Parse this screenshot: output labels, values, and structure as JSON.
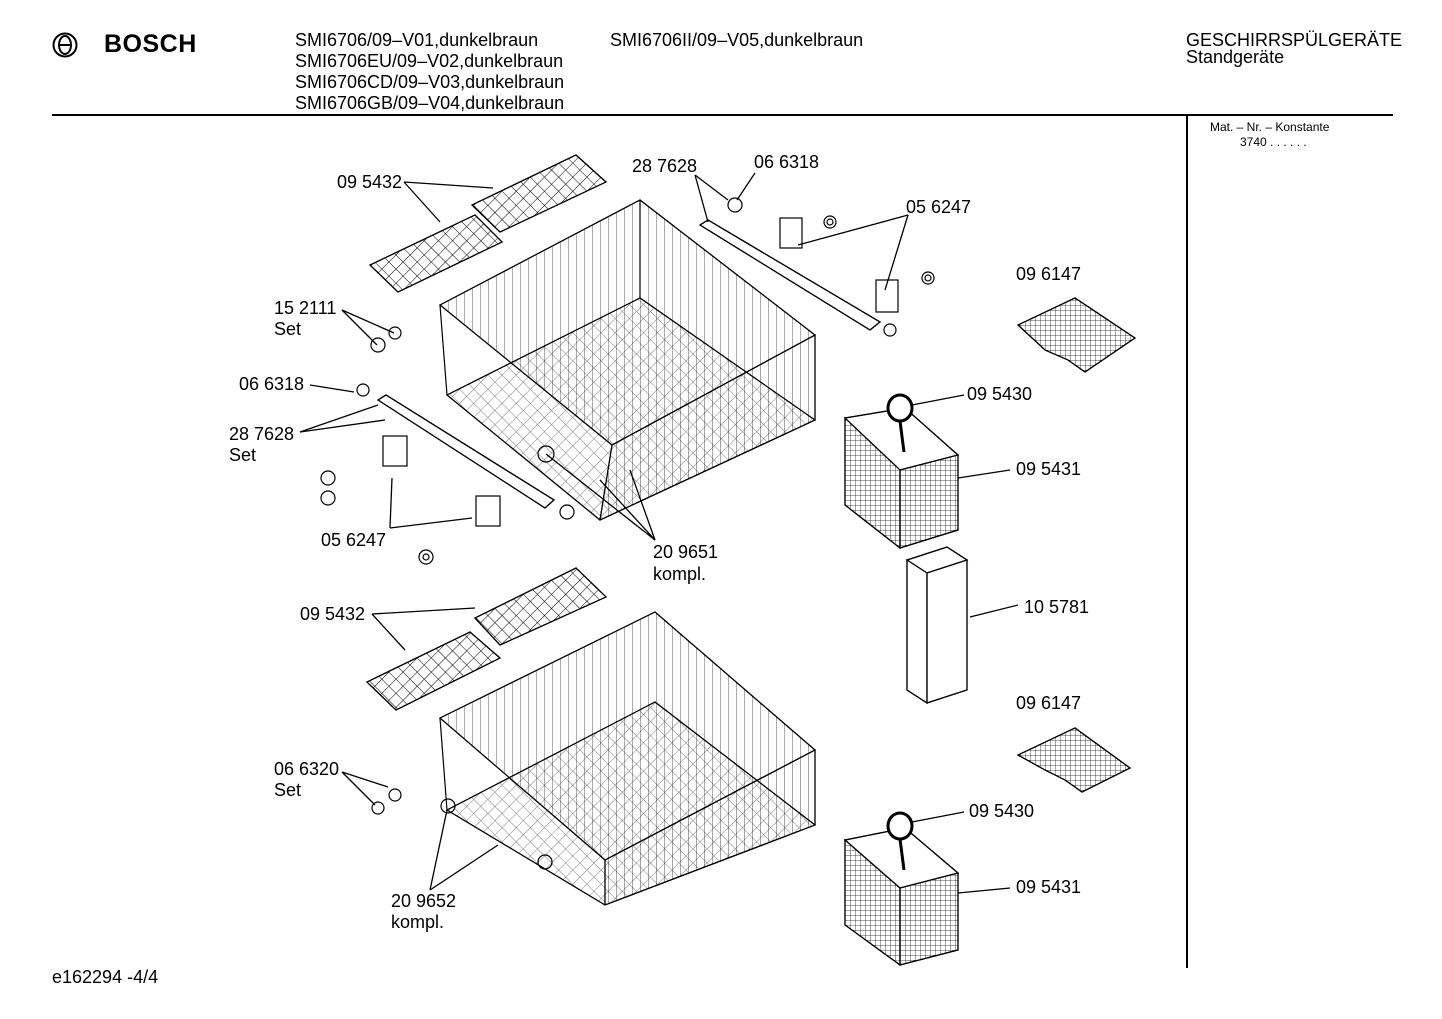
{
  "brand": "BOSCH",
  "models": {
    "col1": [
      "SMI6706/09–V01,dunkelbraun",
      "SMI6706EU/09–V02,dunkelbraun",
      "SMI6706CD/09–V03,dunkelbraun",
      "SMI6706GB/09–V04,dunkelbraun"
    ],
    "col2": [
      "SMI6706II/09–V05,dunkelbraun"
    ]
  },
  "category": {
    "title": "GESCHIRRSPÜLGERÄTE",
    "subtitle": "Standgeräte"
  },
  "side_panel": {
    "header": "Mat. – Nr. – Konstante",
    "value": "3740 . .   . . . ."
  },
  "parts": {
    "p1": "09 5432",
    "p2": "28 7628",
    "p3": "06 6318",
    "p4": "05 6247",
    "p5": "09 6147",
    "p6": "15 2111",
    "p6_sub": "Set",
    "p7": "06 6318",
    "p8": "28 7628",
    "p8_sub": "Set",
    "p9": "09 5430",
    "p10": "09 5431",
    "p11": "05 6247",
    "p12": "20 9651",
    "p12_sub": "kompl.",
    "p13": "10 5781",
    "p14": "09 5432",
    "p15": "09 6147",
    "p16": "06 6320",
    "p16_sub": "Set",
    "p17": "09 5430",
    "p18": "09 5431",
    "p19": "20 9652",
    "p19_sub": "kompl."
  },
  "footer_code": "e162294 -4/4"
}
